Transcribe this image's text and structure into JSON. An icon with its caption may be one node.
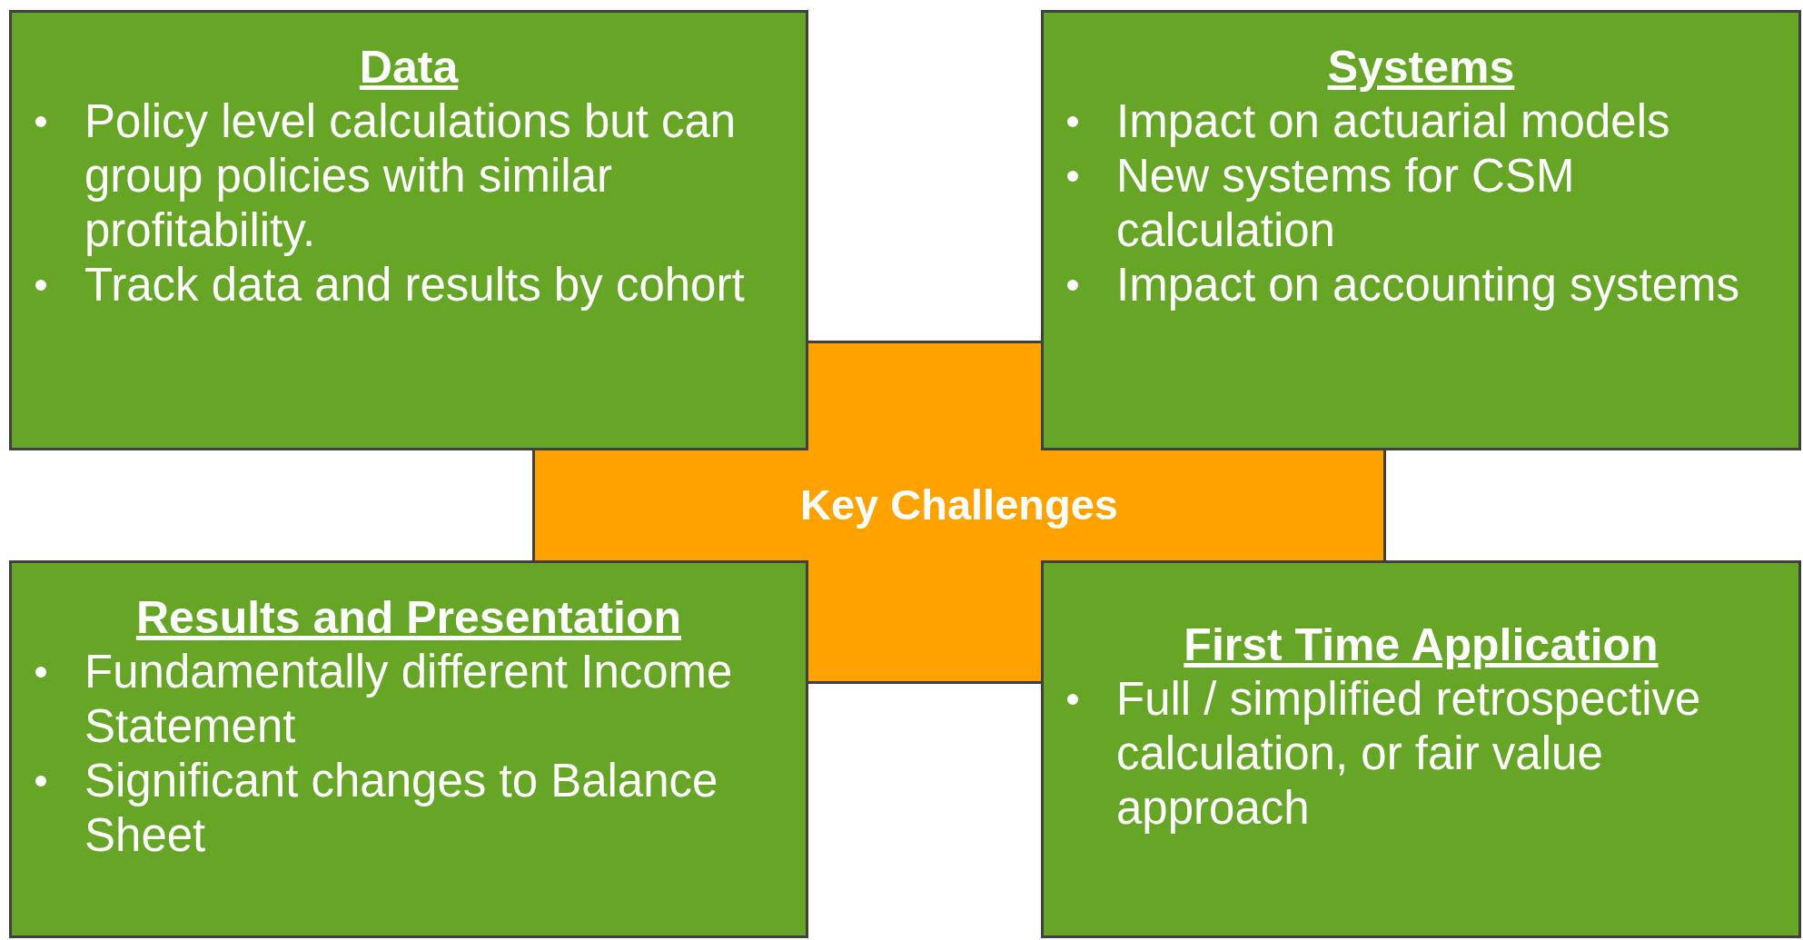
{
  "diagram": {
    "nodes": [
      {
        "text": [
          "Data",
          "Policy level calculations but can group policies with similar profitability.",
          "Track data and results by cohort"
        ]
      },
      {
        "text": [
          "Systems",
          "Impact on actuarial models",
          "New systems for CSM calculation",
          "Impact on accounting systems"
        ]
      },
      {
        "text": [
          "Key Challenges"
        ]
      },
      {
        "text": [
          "Results and Presentation",
          "Fundamentally different Income Statement",
          "Significant changes to Balance Sheet"
        ]
      },
      {
        "text": [
          "First Time Application",
          "Full / simplified retrospective calculation, or fair value approach"
        ]
      }
    ]
  }
}
